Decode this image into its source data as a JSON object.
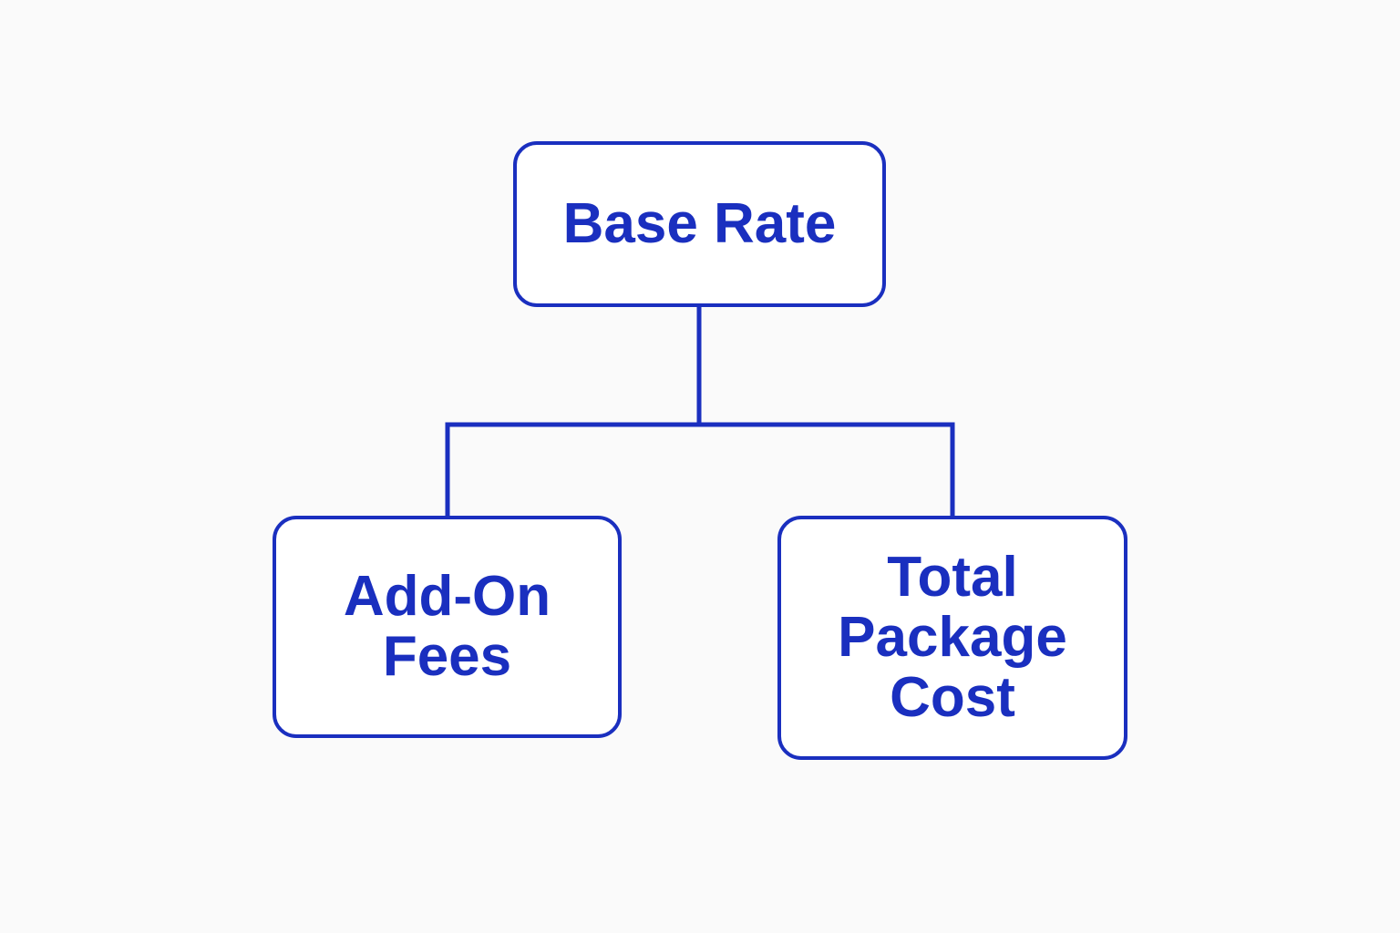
{
  "diagram": {
    "type": "tree",
    "colors": {
      "background": "#fafafa",
      "stroke": "#1a2fbf",
      "text": "#1a2fbf",
      "node_fill": "#ffffff"
    },
    "nodes": {
      "base_rate": {
        "label": "Base Rate"
      },
      "add_on_fees": {
        "label": "Add-On\nFees"
      },
      "total_package_cost": {
        "label": "Total\nPackage\nCost"
      }
    },
    "edges": [
      {
        "from": "base_rate",
        "to": "add_on_fees"
      },
      {
        "from": "base_rate",
        "to": "total_package_cost"
      }
    ]
  }
}
